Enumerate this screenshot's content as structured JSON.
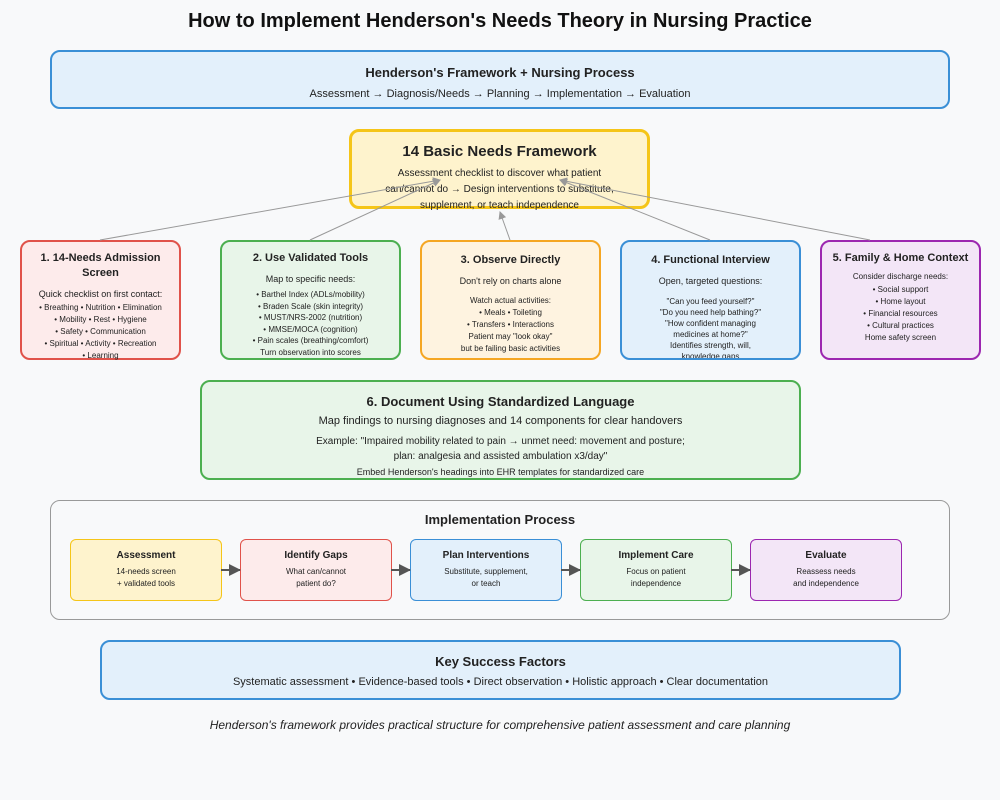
{
  "title": "How to Implement Henderson's Needs Theory in Nursing Practice",
  "framework": {
    "title": "Henderson's Framework + Nursing Process",
    "flow": "Assessment → Diagnosis/Needs → Planning → Implementation → Evaluation"
  },
  "needs": {
    "title": "14 Basic Needs Framework",
    "desc": "Assessment checklist to discover what patient can/cannot do → Design interventions to substitute, supplement, or teach independence"
  },
  "cards": [
    {
      "title": "1. 14-Needs Admission Screen",
      "sub": [
        "Quick checklist on first contact:"
      ],
      "list": [
        "• Breathing • Nutrition • Elimination",
        "• Mobility • Rest • Hygiene",
        "• Safety • Communication",
        "• Spiritual • Activity • Recreation",
        "• Learning"
      ]
    },
    {
      "title": "2. Use Validated Tools",
      "sub": [
        "Map to specific needs:"
      ],
      "list": [
        "• Barthel Index (ADLs/mobility)",
        "• Braden Scale (skin integrity)",
        "• MUST/NRS-2002 (nutrition)",
        "• MMSE/MOCA (cognition)",
        "• Pain scales (breathing/comfort)",
        "Turn observation into scores"
      ]
    },
    {
      "title": "3. Observe Directly",
      "sub": [
        "Don't rely on charts alone"
      ],
      "list": [
        "Watch actual activities:",
        "• Meals • Toileting",
        "• Transfers • Interactions",
        "Patient may \"look okay\"",
        "but be failing basic activities"
      ]
    },
    {
      "title": "4. Functional Interview",
      "sub": [
        "Open, targeted questions:"
      ],
      "list": [
        "\"Can you feed yourself?\"",
        "\"Do you need help bathing?\"",
        "\"How confident managing",
        "medicines at home?\"",
        "Identifies strength, will,",
        "knowledge gaps"
      ]
    },
    {
      "title": "5. Family & Home Context",
      "sub": [
        "Consider discharge needs:"
      ],
      "list": [
        "• Social support",
        "• Home layout",
        "• Financial resources",
        "• Cultural practices",
        "Home safety screen"
      ]
    }
  ],
  "documentation": {
    "title": "6. Document Using Standardized Language",
    "sub": "Map findings to nursing diagnoses and 14 components for clear handovers",
    "example_line1": "Example: \"Impaired mobility related to pain → unmet need: movement and posture;",
    "example_line2": "plan: analgesia and assisted ambulation x3/day\"",
    "note": "Embed Henderson's headings into EHR templates for standardized care"
  },
  "process": {
    "title": "Implementation Process",
    "steps": [
      {
        "title": "Assessment",
        "desc1": "14-needs screen",
        "desc2": "+ validated tools"
      },
      {
        "title": "Identify Gaps",
        "desc1": "What can/cannot",
        "desc2": "patient do?"
      },
      {
        "title": "Plan Interventions",
        "desc1": "Substitute, supplement,",
        "desc2": "or teach"
      },
      {
        "title": "Implement Care",
        "desc1": "Focus on patient",
        "desc2": "independence"
      },
      {
        "title": "Evaluate",
        "desc1": "Reassess needs",
        "desc2": "and independence"
      }
    ]
  },
  "success": {
    "title": "Key Success Factors",
    "text": "Systematic assessment • Evidence-based tools • Direct observation • Holistic approach • Clear documentation"
  },
  "footer": "Henderson's framework provides practical structure for comprehensive patient assessment and care planning",
  "colors": {
    "blue": "#3a8fd6",
    "yellow": "#f5c518",
    "red": "#e0524a",
    "green": "#4caf50",
    "orange": "#f5a623",
    "purple": "#9c27b0"
  }
}
